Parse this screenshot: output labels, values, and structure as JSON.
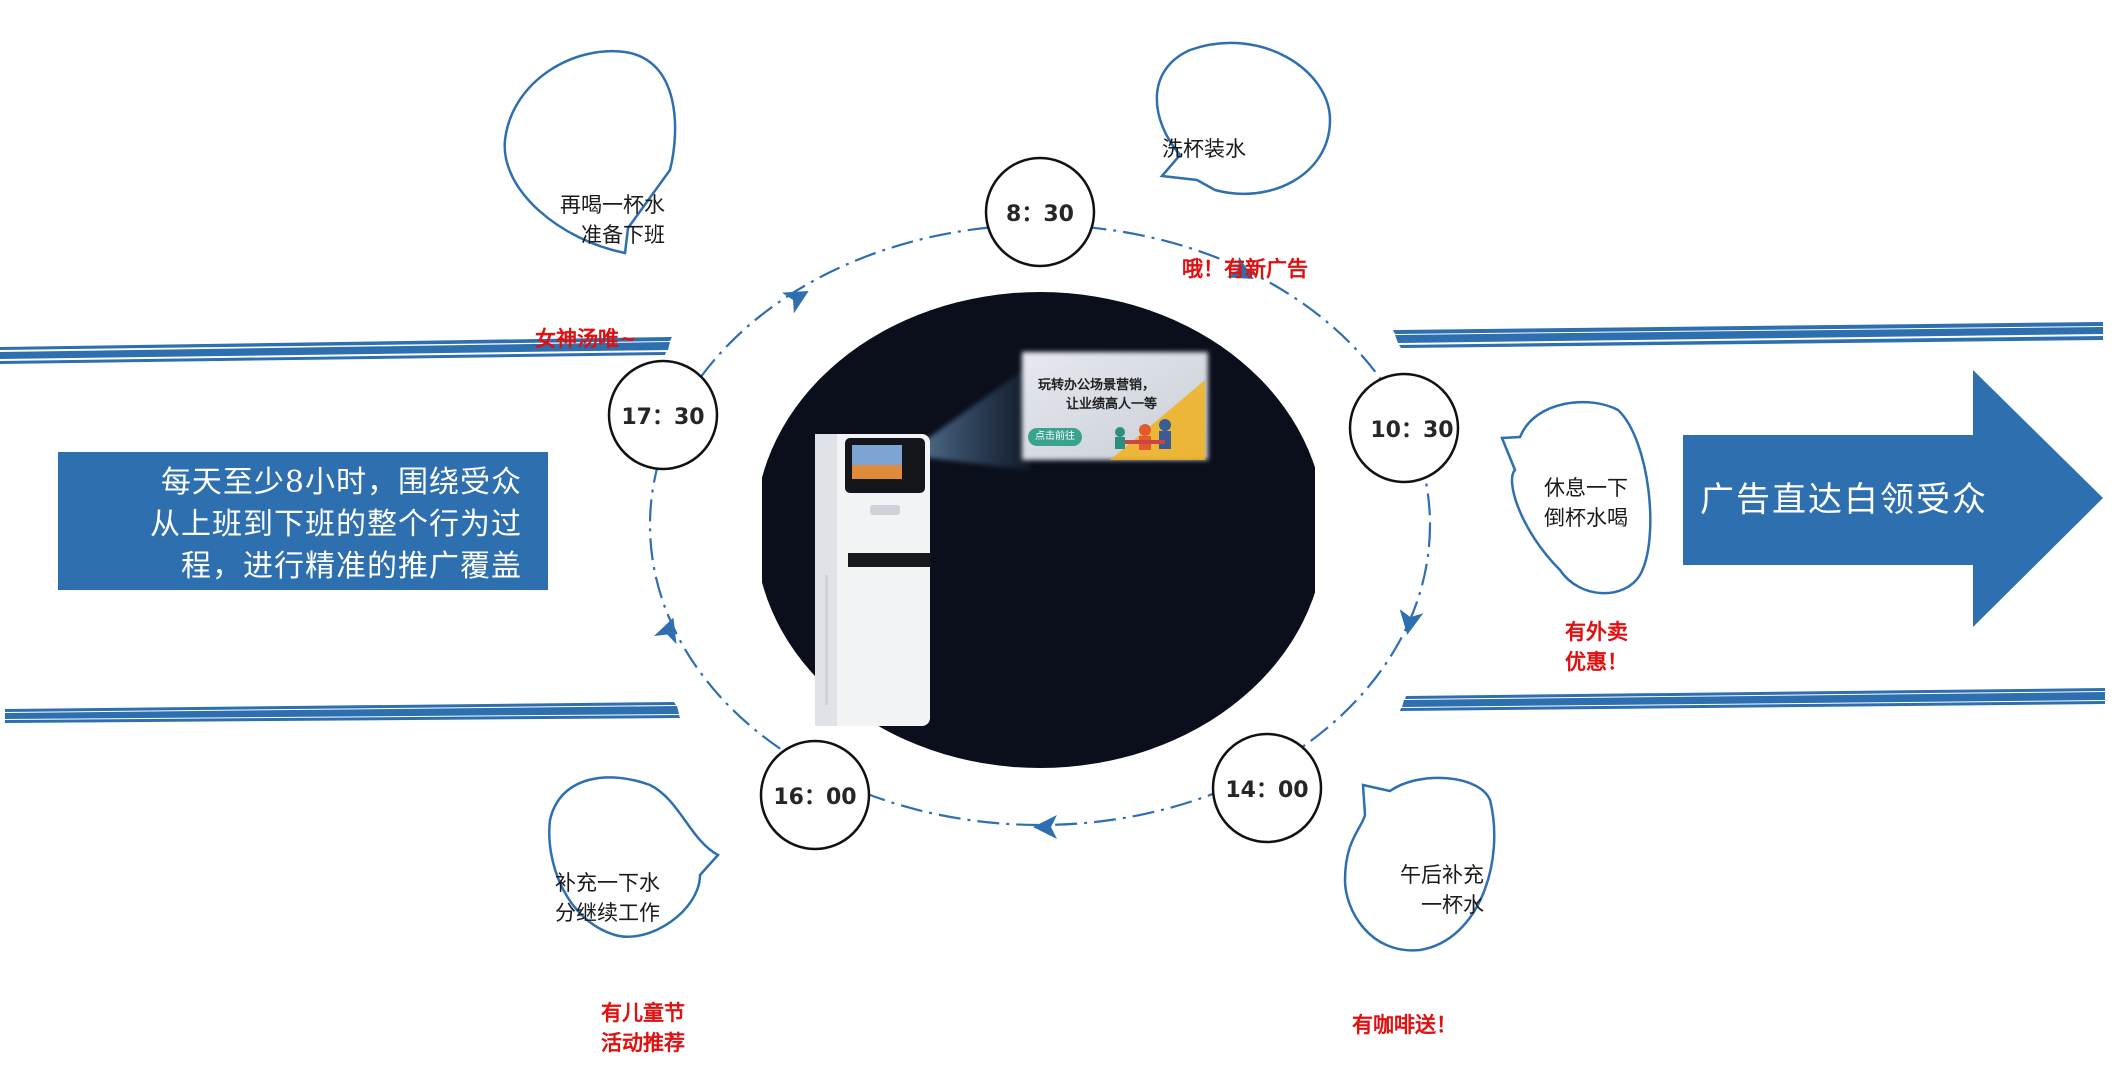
{
  "colors": {
    "accent_blue": "#2e6fb0",
    "highlight_red": "#e01010",
    "dark_bg": "#0b0f1c",
    "text_dark": "#262626"
  },
  "times": [
    {
      "label": "8：30"
    },
    {
      "label": "10：30"
    },
    {
      "label": "14：00"
    },
    {
      "label": "16：00"
    },
    {
      "label": "17：30"
    }
  ],
  "bubbles": [
    {
      "id": "0830",
      "text": "洗杯装水",
      "highlight": "哦！有新广告"
    },
    {
      "id": "1030",
      "text": "休息一下\n倒杯水喝",
      "highlight": "有外卖\n优惠！"
    },
    {
      "id": "1400",
      "text": "午后补充\n一杯水",
      "highlight": "有咖啡送！"
    },
    {
      "id": "1600",
      "text": "补充一下水\n分继续工作",
      "highlight": "有儿童节\n活动推荐"
    },
    {
      "id": "1730",
      "text": "再喝一杯水\n准备下班",
      "highlight": "女神汤唯~"
    }
  ],
  "left_box": {
    "text": "每天至少8小时，围绕受众\n从上班到下班的整个行为过\n程，进行精准的推广覆盖"
  },
  "right_arrow": {
    "text": "广告直达白领受众"
  },
  "projected_ad": {
    "line1": "玩转办公场景营销，",
    "line2": "让业绩高人一等",
    "button": "点击前往"
  },
  "icons": {
    "flow_arrow": "chevron-arrow-icon",
    "dispenser": "water-dispenser-icon"
  }
}
